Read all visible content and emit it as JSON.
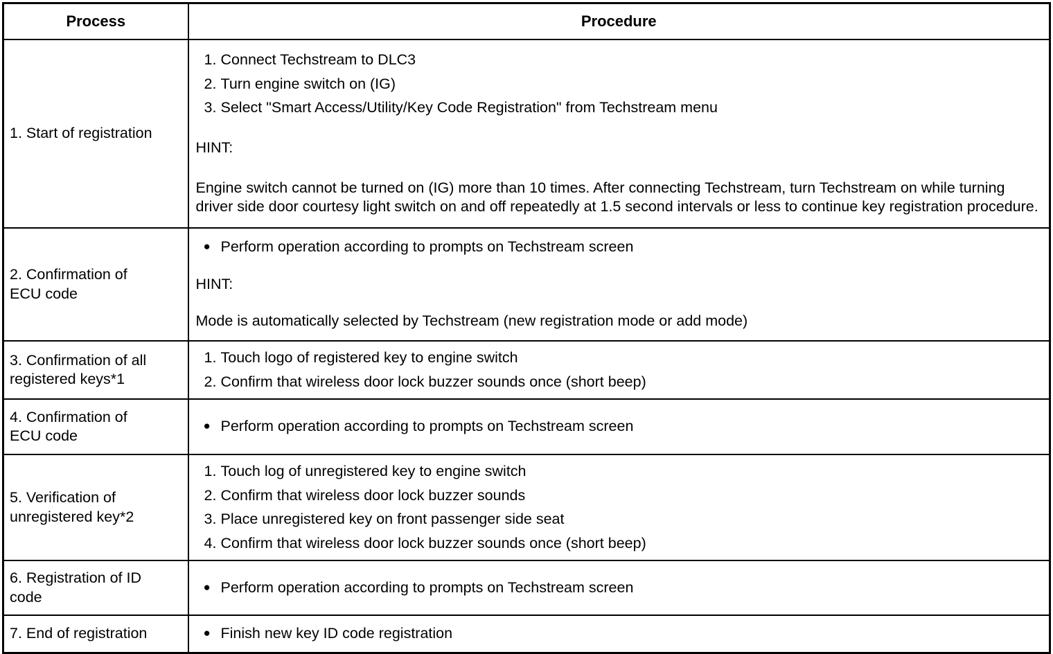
{
  "table": {
    "headers": {
      "process": "Process",
      "procedure": "Procedure"
    },
    "rows": [
      {
        "process": "1. Start of registration",
        "steps": [
          {
            "num": "1.",
            "text": "Connect Techstream to DLC3"
          },
          {
            "num": "2.",
            "text": "Turn engine switch on (IG)"
          },
          {
            "num": "3.",
            "text": "Select \"Smart Access/Utility/Key Code Registration\" from Techstream menu"
          }
        ],
        "hint_label": "HINT:",
        "hint_body": "Engine switch cannot be turned on (IG) more than 10 times. After connecting Techstream, turn Techstream on while turning driver side door courtesy light switch on and off repeatedly at 1.5 second intervals or less to continue key registration procedure."
      },
      {
        "process": "2. Confirmation of\nECU code",
        "bullets": [
          {
            "text": "Perform operation according to prompts on Techstream screen"
          }
        ],
        "hint_label": "HINT:",
        "hint_body": "Mode is automatically selected by Techstream (new registration mode or add mode)"
      },
      {
        "process": "3. Confirmation of all\nregistered keys*1",
        "steps": [
          {
            "num": "1.",
            "text": "Touch logo of registered key to engine switch"
          },
          {
            "num": "2.",
            "text": "Confirm that wireless door lock buzzer sounds once (short beep)"
          }
        ]
      },
      {
        "process": "4. Confirmation of\nECU code",
        "bullets": [
          {
            "text": "Perform operation according to prompts on Techstream screen"
          }
        ]
      },
      {
        "process": "5. Verification of\nunregistered key*2",
        "steps": [
          {
            "num": "1.",
            "text": "Touch log of unregistered key to engine switch"
          },
          {
            "num": "2.",
            "text": "Confirm that wireless door lock buzzer sounds"
          },
          {
            "num": "3.",
            "text": "Place unregistered key on front passenger side seat"
          },
          {
            "num": "4.",
            "text": "Confirm that wireless door lock buzzer sounds once (short beep)"
          }
        ]
      },
      {
        "process": "6. Registration of ID\ncode",
        "bullets": [
          {
            "text": "Perform operation according to prompts on Techstream screen"
          }
        ]
      },
      {
        "process": "7. End of registration",
        "bullets": [
          {
            "text": "Finish new key ID code registration"
          }
        ]
      }
    ],
    "bullet_glyph": "●"
  }
}
